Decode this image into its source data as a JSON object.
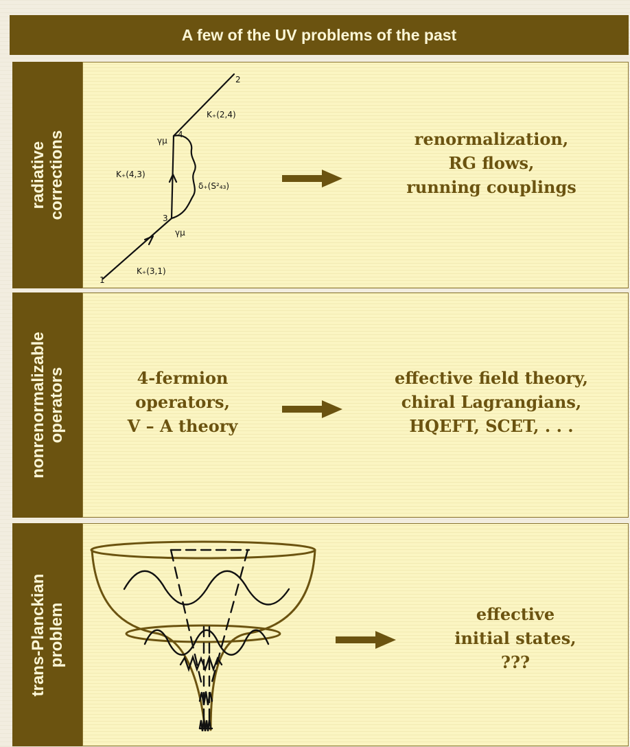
{
  "title": "A few of the UV problems of the past",
  "colors": {
    "band": "#6b5310",
    "panel": "#fbf5c2",
    "band_text": "#fbf6d6",
    "body_text": "#6b5310"
  },
  "rows": [
    {
      "label": [
        "radiative",
        "corrections"
      ],
      "result": [
        "renormalization,",
        "RG flows,",
        "running couplings"
      ],
      "diagram": {
        "vertices": [
          "1",
          "2",
          "3",
          "4"
        ],
        "labels": [
          "K₊(2,4)",
          "K₊(4,3)",
          "K₊(3,1)",
          "δ₊(S²₄₃)",
          "γμ",
          "γμ"
        ]
      }
    },
    {
      "label": [
        "nonrenormalizable",
        "operators"
      ],
      "source": [
        "4-fermion",
        "operators,",
        "V – A theory"
      ],
      "result": [
        "effective field theory,",
        "chiral Lagrangians,",
        "HQEFT, SCET, . . ."
      ]
    },
    {
      "label": [
        "trans-Planckian",
        "problem"
      ],
      "result": [
        "effective",
        "initial states,",
        "???"
      ]
    }
  ],
  "arrow_icon": "right-arrow-icon"
}
